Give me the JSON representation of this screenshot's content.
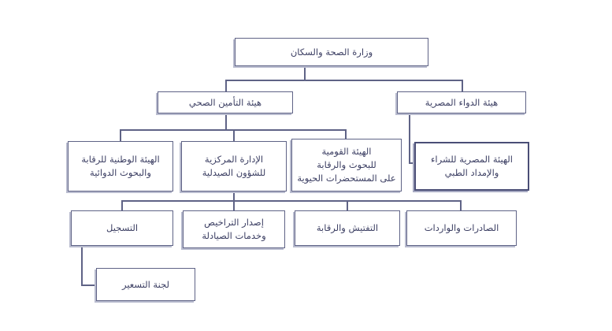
{
  "diagram": {
    "title_text": "وزارة الصحة والسكان",
    "language": "ar",
    "text_direction": "rtl",
    "colors": {
      "box_border": "#5f6386",
      "box_border_emphasis": "#4a4e76",
      "box_shadow": "#b9bccf",
      "text": "#3c3f63",
      "connector": "#5f6386",
      "background": "#ffffff",
      "footer_text": "#e8112d"
    },
    "nodes": {
      "ministry": "وزارة الصحة والسكان",
      "health_insurance": "هيئة التأمين الصحي",
      "drug_authority": "هيئة الدواء المصرية",
      "national_drug_control": "الهيئة الوطنية للرقابة\nوالبحوث الدوائية",
      "central_pharma_admin": "الإدارة المركزية\nللشؤون الصيدلية",
      "biologicals_org": "الهيئة القومية\nللبحوث والرقابة\nعلى المستحضرات الحيوية",
      "procurement_authority": "الهيئة المصرية للشراء\nوالإمداد الطبي",
      "registration": "التسجيل",
      "licensing": "إصدار التراخيص\nوخدمات الصيادلة",
      "inspection": "التفتيش والرقابة",
      "exports_imports": "الصادرات والواردات",
      "pricing_committee": "لجنة التسعير"
    },
    "footer_note": "",
    "levels": [
      [
        "ministry"
      ],
      [
        "health_insurance",
        "drug_authority"
      ],
      [
        "national_drug_control",
        "central_pharma_admin",
        "biologicals_org",
        "procurement_authority"
      ],
      [
        "registration",
        "licensing",
        "inspection",
        "exports_imports"
      ],
      [
        "pricing_committee"
      ]
    ]
  }
}
